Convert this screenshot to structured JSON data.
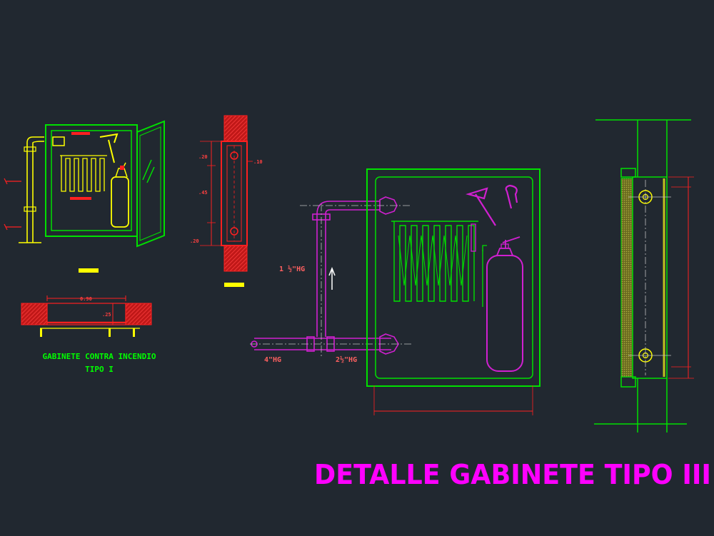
{
  "drawing": {
    "main_title": "DETALLE GABINETE TIPO III",
    "caption_line1": "GABINETE CONTRA INCENDIO",
    "caption_line2": "TIPO I"
  },
  "pipe_labels": {
    "riser": "1 ½\"HG",
    "supply": "4\"HG",
    "branch": "2½\"HG"
  },
  "dimension_labels": {
    "plan_width": "0.90",
    "plan_depth": ".25",
    "side_top": ".20",
    "side_mid": ".45",
    "side_bottom": ".20",
    "side_right": ".10"
  },
  "colors": {
    "background": "#212830",
    "cabinet": "#00e000",
    "hose": "#ffff00",
    "wall": "#ff2020",
    "pipe": "#d020d0",
    "title": "#ff00ff",
    "caption": "#00ff00",
    "label": "#ff6060",
    "marker": "#ffff00",
    "axis": "#c0c0c0"
  }
}
